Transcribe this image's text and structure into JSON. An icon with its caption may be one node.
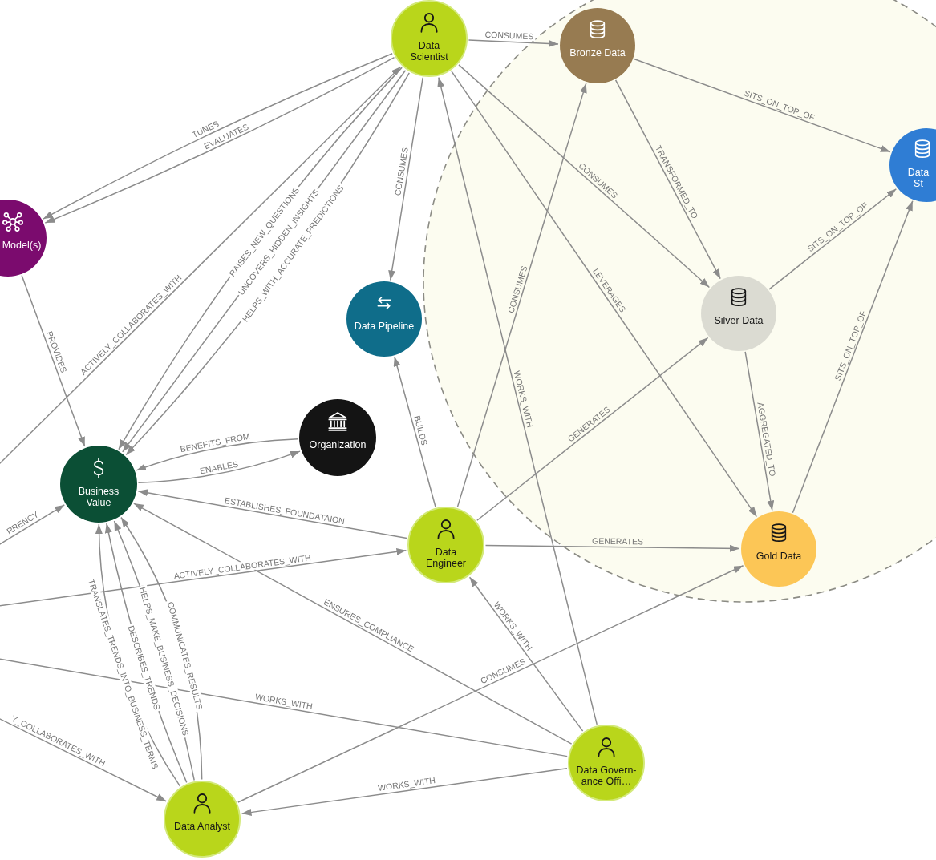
{
  "diagram": {
    "nodes": [
      {
        "text": [
          "Data Scientist"
        ]
      },
      {
        "text": [],
        "shape": "circle"
      },
      {
        "text": [
          "Bronze Data"
        ],
        "in": 1
      },
      {
        "text": [
          "Data St"
        ],
        "in": 1
      },
      {
        "text": [
          "Model(s)"
        ]
      },
      {
        "text": [
          "Data Pipeline"
        ]
      },
      {
        "text": [
          "Silver Data"
        ],
        "in": 1
      },
      {
        "text": [
          "Organization"
        ]
      },
      {
        "text": [
          "Business Value"
        ]
      },
      {
        "text": [
          "Data Engineer"
        ]
      },
      {
        "text": [
          "Gold Data"
        ],
        "in": 1
      },
      {
        "text": [
          "Data Govern- ance Offi…"
        ]
      },
      {
        "text": [
          "Data Analyst"
        ]
      }
    ],
    "edges": [
      {
        "from": 0,
        "to": 2,
        "arrow": "to",
        "label": "CONSUMES"
      },
      {
        "from": 0,
        "to": 4,
        "arrow": "to",
        "label": "TUNES"
      },
      {
        "from": 0,
        "to": 4,
        "arrow": "to",
        "label": "EVALUATES"
      },
      {
        "from": null,
        "to": 0,
        "arrow": "to",
        "label": "ACTIVELY_COLLABORATES_WITH"
      },
      {
        "from": 0,
        "to": 8,
        "arrow": "to",
        "label": "RAISES_NEW_QUESTIONS"
      },
      {
        "from": 0,
        "to": 8,
        "arrow": "to",
        "label": "UNCOVERS_HIDDEN_INSIGHTS"
      },
      {
        "from": 0,
        "to": 8,
        "arrow": "to",
        "label": "HELPS_WITH_ACCURATE_PREDICTIONS"
      },
      {
        "from": 0,
        "to": 5,
        "arrow": "to",
        "label": "CONSUMES"
      },
      {
        "from": 0,
        "to": 6,
        "arrow": "to",
        "label": "CONSUMES"
      },
      {
        "from": 0,
        "to": 10,
        "arrow": "to",
        "label": "LEVERAGES"
      },
      {
        "from": 11,
        "to": 0,
        "arrow": "to",
        "label": "WORKS_WITH"
      },
      {
        "from": 2,
        "to": 3,
        "arrow": "to",
        "label": "SITS_ON_TOP_OF"
      },
      {
        "from": 2,
        "to": 6,
        "arrow": "to",
        "label": "TRANSFORMED_TO"
      },
      {
        "from": 6,
        "to": 3,
        "arrow": "to",
        "label": "SITS_ON_TOP_OF"
      },
      {
        "from": 10,
        "to": 3,
        "arrow": "to",
        "label": "SITS_ON_TOP_OF"
      },
      {
        "from": 6,
        "to": 10,
        "arrow": "to",
        "label": "AGGREGATED_TO"
      },
      {
        "from": 4,
        "to": 8,
        "arrow": "to",
        "label": "PROVIDES"
      },
      {
        "from": 9,
        "to": 2,
        "arrow": "to",
        "label": "CONSUMES"
      },
      {
        "from": 9,
        "to": 5,
        "arrow": "to",
        "label": "BUILDS"
      },
      {
        "from": 9,
        "to": 6,
        "arrow": "to",
        "label": "GENERATES"
      },
      {
        "from": 7,
        "to": 8,
        "arrow": "to",
        "label": "BENEFITS_FROM"
      },
      {
        "from": 8,
        "to": 7,
        "arrow": "to",
        "label": "ENABLES"
      },
      {
        "from": null,
        "to": 8,
        "arrow": "to",
        "label": "RRENCY"
      },
      {
        "from": 9,
        "to": 8,
        "arrow": "to",
        "label": "ESTABLISHES_FOUNDATAION"
      },
      {
        "from": 9,
        "to": 10,
        "arrow": "to",
        "label": "GENERATES"
      },
      {
        "from": null,
        "to": 9,
        "arrow": "to",
        "label": "ACTIVELY_COLLABORATES_WITH"
      },
      {
        "from": 11,
        "to": 8,
        "arrow": "to",
        "label": "ENSURES_COMPLIANCE"
      },
      {
        "from": 11,
        "to": 9,
        "arrow": "to",
        "label": "WORKS_WITH"
      },
      {
        "from": 12,
        "to": 8,
        "arrow": "to",
        "label": "TRANSLATES_TRENDS_INTO_BUSINESS_TERMS"
      },
      {
        "from": 12,
        "to": 8,
        "arrow": "to",
        "label": "DESCRIBES_TRENDS"
      },
      {
        "from": 12,
        "to": 8,
        "arrow": "to",
        "label": "HELPS_MAKE_BUSINESS_DECISIONS"
      },
      {
        "from": 12,
        "to": 8,
        "arrow": "to",
        "label": "COMMUNICATES_RESULTS"
      },
      {
        "from": 11,
        "to": null,
        "arrow": "none",
        "label": "WORKS_WITH"
      },
      {
        "from": 12,
        "to": 10,
        "arrow": "to",
        "label": "CONSUMES"
      },
      {
        "from": null,
        "to": 12,
        "arrow": "to",
        "label": "Y_COLLABORATES_WITH"
      },
      {
        "from": 11,
        "to": 12,
        "arrow": "to",
        "label": "WORKS_WITH"
      }
    ]
  }
}
